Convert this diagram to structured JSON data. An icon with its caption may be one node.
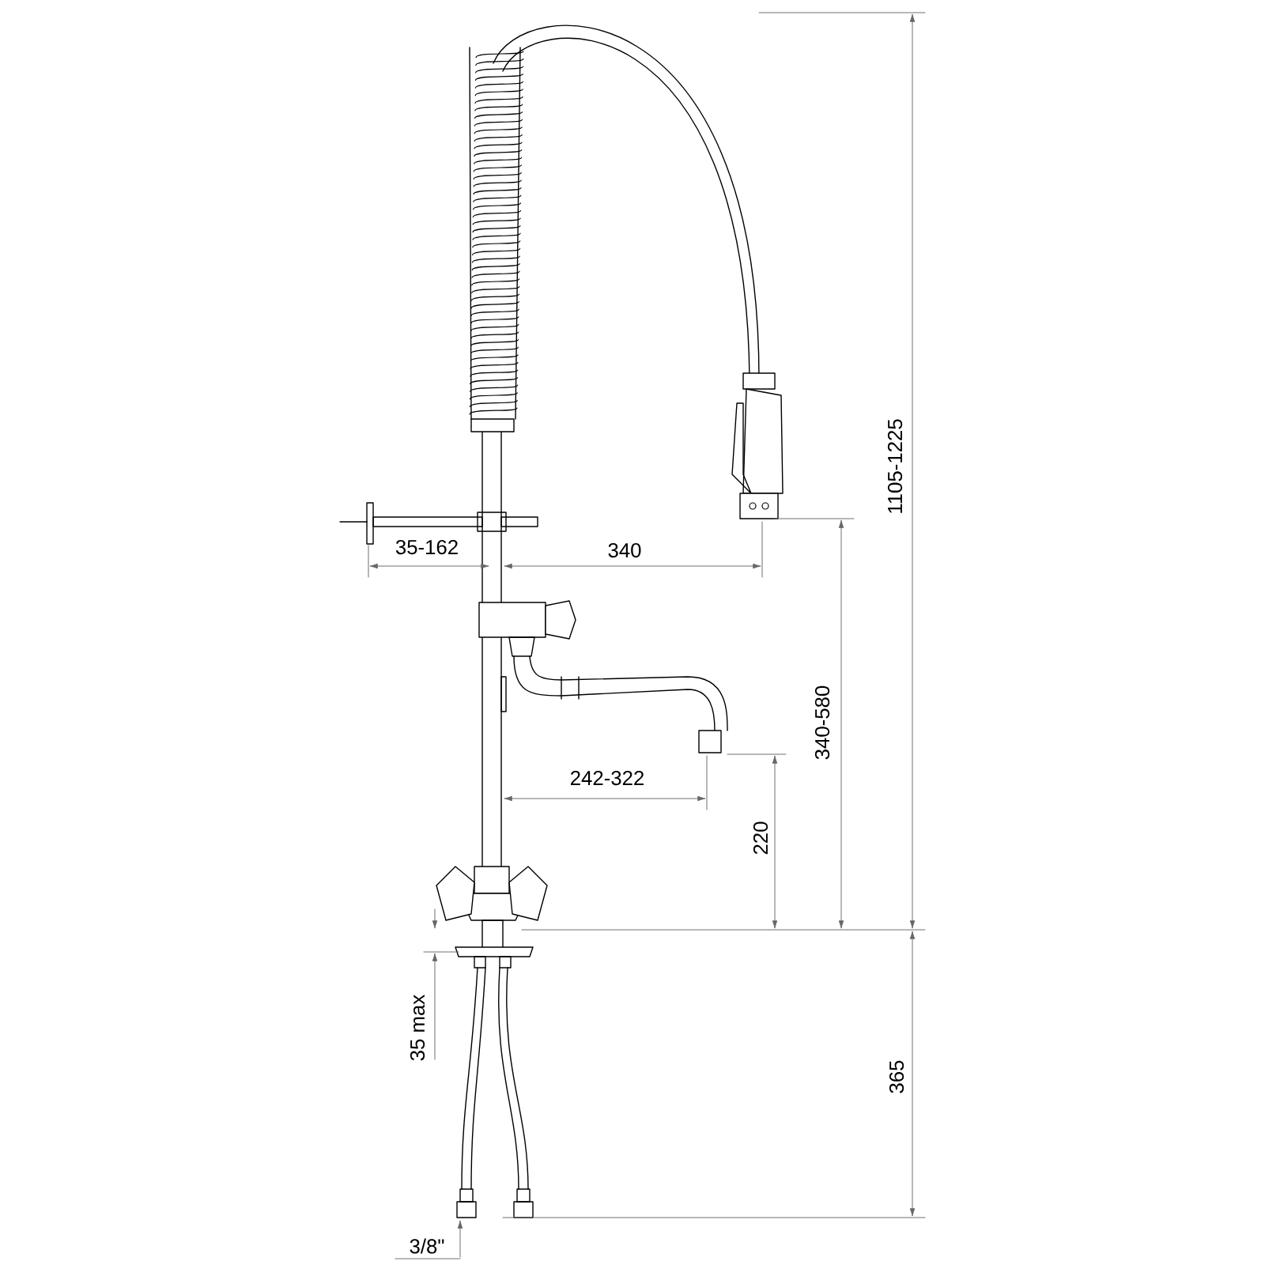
{
  "diagram": {
    "labels": [
      "1105-1225",
      "35-162",
      "340",
      "340-580",
      "242-322",
      "220",
      "35 max",
      "365",
      "3/8\""
    ]
  }
}
